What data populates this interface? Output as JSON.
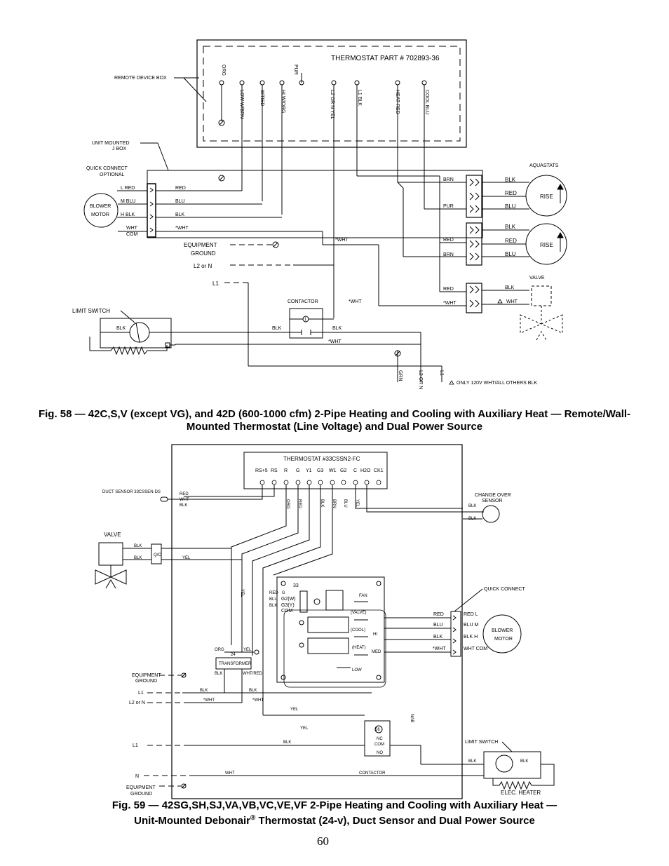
{
  "fig58": {
    "caption": "Fig. 58 — 42C,S,V (except VG), and 42D (600-1000 cfm) 2-Pipe Heating and Cooling with Auxiliary Heat — Remote/Wall-Mounted Thermostat (Line Voltage) and Dual Power Source",
    "thermostat_title": "THERMOSTAT PART # 702893-36",
    "remote_device_box": "REMOTE DEVICE BOX",
    "unit_jbox_1": "UNIT MOUNTED",
    "unit_jbox_2": "J BOX",
    "quick_connect_1": "QUICK CONNECT",
    "quick_connect_2": "OPTIONAL",
    "blower_1": "BLOWER",
    "blower_2": "MOTOR",
    "tstat_wires": [
      "ORG",
      "LOW W/BRN",
      "W/RED",
      "HI W/ORG",
      "PUR",
      "L2 OR N YEL",
      "L1 BLK",
      "HEAT RED",
      "COOL BLU"
    ],
    "motor_labels": [
      "L  RED",
      "M  BLU",
      "H  BLK",
      "WHT",
      "COM"
    ],
    "motor_wires": [
      "RED",
      "BLU",
      "BLK",
      "*WHT"
    ],
    "aquastats": "AQUASTATS",
    "aq_right": [
      "BLK",
      "RED",
      "BLU",
      "BLK",
      "RED",
      "BLU"
    ],
    "aq_left": [
      "BRN",
      "PUR",
      "RED",
      "BRN",
      "RED",
      "*WHT"
    ],
    "rise": "RISE",
    "equip_ground_1": "EQUIPMENT",
    "equip_ground_2": "GROUND",
    "l2_or_n": "L2 or N",
    "l1": "L1",
    "wht_star": "*WHT",
    "valve": "VALVE",
    "valve_blk": "BLK",
    "valve_wht": "WHT",
    "contactor": "CONTACTOR",
    "limit_switch": "LIMIT SWITCH",
    "blk": "BLK",
    "grn": "GRN",
    "l2_or_n_bottom": "L2 OR N",
    "l1_bottom": "L1",
    "note": "ONLY 120V WHT/ALL OTHERS BLK",
    "contactor_num": "1"
  },
  "fig59": {
    "caption_1": "Fig. 59 — 42SG,SH,SJ,VA,VB,VC,VE,VF 2-Pipe Heating and Cooling with Auxiliary Heat —",
    "caption_2a": "Unit-Mounted Debonair",
    "caption_reg": "®",
    "caption_2b": " Thermostat (24-v), Duct Sensor and Dual Power Source",
    "thermostat_title": "THERMOSTAT #33CSSN2-FC",
    "terminals": [
      "RS+5",
      "RS",
      "R",
      "G",
      "Y1",
      "G3",
      "W1",
      "G2",
      "C",
      "H2O",
      "CK1"
    ],
    "wire_colors": [
      "ORG",
      "RED",
      "BLK",
      "BRN",
      "BLU",
      "YEL"
    ],
    "duct_sensor": "DUCT SENSOR 33CSSEN-DS",
    "duct_wires": [
      "RED",
      "WHT",
      "BLK"
    ],
    "change_over_1": "CHANGE OVER",
    "change_over_2": "SENSOR",
    "valve": "VALVE",
    "valve_blk": "BLK",
    "valve_yel": "YEL",
    "board_num": "33",
    "board_inputs": [
      "RED",
      "BLU",
      "BLK"
    ],
    "board_terms": [
      "G",
      "G2(W)",
      "G3(Y)",
      "COM"
    ],
    "board_labels": [
      "FAN",
      "(VALVE)",
      "(COOL)",
      "HI",
      "(HEAT)",
      "MED",
      "LOW"
    ],
    "quick_connect": "QUICK CONNECT",
    "motor_in": [
      "RED",
      "BLU",
      "BLK",
      "*WHT"
    ],
    "motor_labels": [
      "RED  L",
      "BLU  M",
      "BLK  H",
      "WHT COM"
    ],
    "blower_1": "BLOWER",
    "blower_2": "MOTOR",
    "transformer": "TRANSFORMER",
    "equip_ground_1": "EQUIPMENT",
    "equip_ground_2": "GROUND",
    "l1": "L1",
    "l2_or_n": "L2 or N",
    "n": "N",
    "wht": "WHT",
    "wht_star": "*WHT",
    "blk": "BLK",
    "yel": "YEL",
    "org": "ORG",
    "wht_red": "WHT/RED",
    "contactor": "CONTACTOR",
    "contactor_terms": [
      "NC",
      "COM",
      "NO"
    ],
    "contactor_label": "56",
    "limit_switch": "LIMIT SWITCH",
    "elec_heater": "ELEC. HEATER",
    "n_side": "NAB"
  },
  "page_number": "60"
}
